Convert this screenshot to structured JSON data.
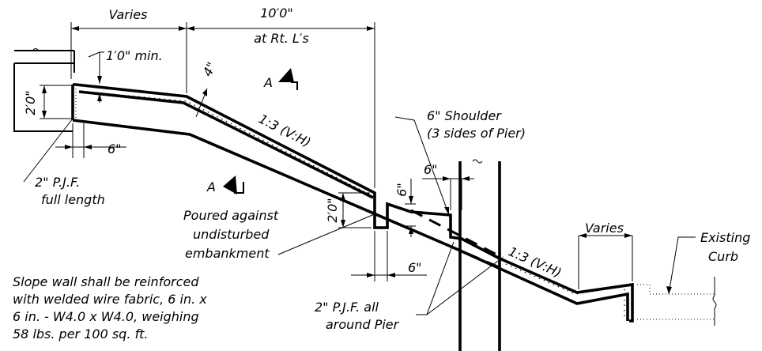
{
  "labels": {
    "varies_top": "Varies",
    "ten_ft": "10′0\"",
    "at_rt_ls": "at Rt. L′s",
    "one_ft_min": "1′0\" min.",
    "four_in": "4\"",
    "two_ft_left": "2′0\"",
    "six_in_left": "6\"",
    "pjf_full_1": "2\" P.J.F.",
    "pjf_full_2": "full length",
    "section_a_top": "A",
    "section_a_bottom": "A",
    "slope_upper": "1:3 (V:H)",
    "slope_lower": "1:3 (V:H)",
    "shoulder_1": "6\" Shoulder",
    "shoulder_2": "(3 sides of Pier)",
    "six_in_shoulder_h": "6\"",
    "six_in_shoulder_v": "6\"",
    "two_ft_mid": "2′0\"",
    "poured_1": "Poured against",
    "poured_2": "undisturbed",
    "poured_3": "embankment",
    "six_in_mid": "6\"",
    "pjf_pier_1": "2\" P.J.F. all",
    "pjf_pier_2": "around Pier",
    "varies_right": "Varies",
    "existing_1": "Existing",
    "existing_2": "Curb",
    "note_1": "Slope wall shall be reinforced",
    "note_2": "with welded wire fabric, 6 in. x",
    "note_3": "6 in. - W4.0 x W4.0, weighing",
    "note_4": "58 lbs. per 100 sq. ft."
  }
}
